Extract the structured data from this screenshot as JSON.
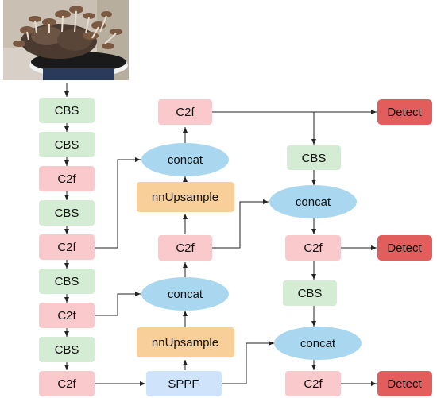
{
  "colors": {
    "cbs": "#d4ebd4",
    "c2f": "#f9c9cc",
    "concat": "#a9d7ef",
    "upsample": "#f8cf98",
    "sppf": "#cfe3fb",
    "detect": "#e45d5d"
  },
  "photo": {
    "subject": "mushrooms-growing-on-substrate-icon"
  },
  "backbone": [
    {
      "id": "b1",
      "type": "cbs",
      "label": "CBS"
    },
    {
      "id": "b2",
      "type": "cbs",
      "label": "CBS"
    },
    {
      "id": "b3",
      "type": "c2f",
      "label": "C2f"
    },
    {
      "id": "b4",
      "type": "cbs",
      "label": "CBS"
    },
    {
      "id": "b5",
      "type": "c2f",
      "label": "C2f"
    },
    {
      "id": "b6",
      "type": "cbs",
      "label": "CBS"
    },
    {
      "id": "b7",
      "type": "c2f",
      "label": "C2f"
    },
    {
      "id": "b8",
      "type": "cbs",
      "label": "CBS"
    },
    {
      "id": "b9",
      "type": "c2f",
      "label": "C2f"
    }
  ],
  "neck": [
    {
      "id": "n_c2f_top",
      "type": "c2f",
      "label": "C2f"
    },
    {
      "id": "n_concat1",
      "type": "concat",
      "label": "concat"
    },
    {
      "id": "n_up1",
      "type": "upsample",
      "label": "nnUpsample"
    },
    {
      "id": "n_c2f_mid",
      "type": "c2f",
      "label": "C2f"
    },
    {
      "id": "n_concat2",
      "type": "concat",
      "label": "concat"
    },
    {
      "id": "n_up2",
      "type": "upsample",
      "label": "nnUpsample"
    },
    {
      "id": "n_sppf",
      "type": "sppf",
      "label": "SPPF"
    }
  ],
  "head": [
    {
      "id": "h_cbs1",
      "type": "cbs",
      "label": "CBS"
    },
    {
      "id": "h_concat1",
      "type": "concat",
      "label": "concat"
    },
    {
      "id": "h_c2f1",
      "type": "c2f",
      "label": "C2f"
    },
    {
      "id": "h_cbs2",
      "type": "cbs",
      "label": "CBS"
    },
    {
      "id": "h_concat2",
      "type": "concat",
      "label": "concat"
    },
    {
      "id": "h_c2f2",
      "type": "c2f",
      "label": "C2f"
    }
  ],
  "outputs": [
    {
      "id": "d1",
      "type": "detect",
      "label": "Detect"
    },
    {
      "id": "d2",
      "type": "detect",
      "label": "Detect"
    },
    {
      "id": "d3",
      "type": "detect",
      "label": "Detect"
    }
  ]
}
